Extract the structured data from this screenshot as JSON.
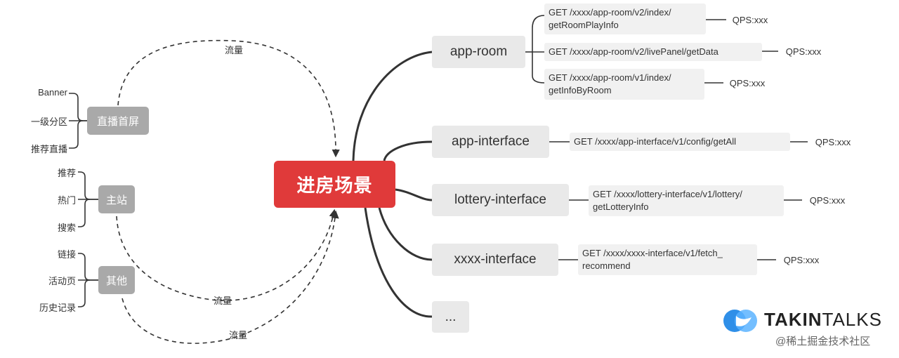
{
  "center": "进房场景",
  "groups": [
    {
      "label": "直播首屏",
      "items": [
        "Banner",
        "一级分区",
        "推荐直播"
      ]
    },
    {
      "label": "主站",
      "items": [
        "推荐",
        "热门",
        "搜索"
      ]
    },
    {
      "label": "其他",
      "items": [
        "链接",
        "活动页",
        "历史记录"
      ]
    }
  ],
  "flow_label": "流量",
  "services": [
    {
      "name": "app-room",
      "endpoints": [
        {
          "text": "GET /xxxx/app-room/v2/index/\ngetRoomPlayInfo",
          "qps": "QPS:xxx"
        },
        {
          "text": "GET /xxxx/app-room/v2/livePanel/getData",
          "qps": "QPS:xxx"
        },
        {
          "text": "GET /xxxx/app-room/v1/index/\ngetInfoByRoom",
          "qps": "QPS:xxx"
        }
      ]
    },
    {
      "name": "app-interface",
      "endpoints": [
        {
          "text": "GET /xxxx/app-interface/v1/config/getAll",
          "qps": "QPS:xxx"
        }
      ]
    },
    {
      "name": "lottery-interface",
      "endpoints": [
        {
          "text": "GET /xxxx/lottery-interface/v1/lottery/\ngetLotteryInfo",
          "qps": "QPS:xxx"
        }
      ]
    },
    {
      "name": "xxxx-interface",
      "endpoints": [
        {
          "text": "GET /xxxx/xxxx-interface/v1/fetch_\nrecommend",
          "qps": "QPS:xxx"
        }
      ]
    },
    {
      "name": "...",
      "endpoints": []
    }
  ],
  "brand": {
    "name_bold": "TAKIN",
    "name_light": "TALKS",
    "sub": "@稀土掘金技术社区"
  },
  "colors": {
    "center": "#e03a3a",
    "category": "#a9a9a9",
    "service": "#e9e9e9",
    "endpoint": "#f1f1f1",
    "line": "#333333",
    "brand_blue": "#2f8fe8"
  }
}
